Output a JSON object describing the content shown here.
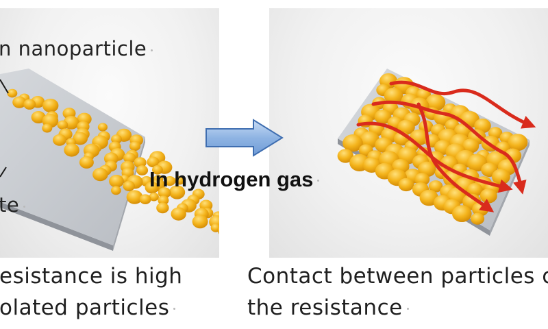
{
  "left_panel": {
    "label_nanoparticle": "n nanoparticle",
    "label_substrate": "te"
  },
  "condition_label": "In hydrogen gas",
  "captions": {
    "left_line1": "esistance is high",
    "left_line2": "olated particles",
    "right_line1": "Contact between particles c",
    "right_line2": "the resistance"
  },
  "colors": {
    "particle": "#f2b31b",
    "substrate": "#c9cdd2",
    "arrow_fill": "#8fb4e3",
    "arrow_stroke": "#3f6eb0",
    "current_arrow": "#d92b1c"
  },
  "icons": {
    "transition_arrow": "right-arrow-icon",
    "current_path": "curved-arrow-icon"
  }
}
